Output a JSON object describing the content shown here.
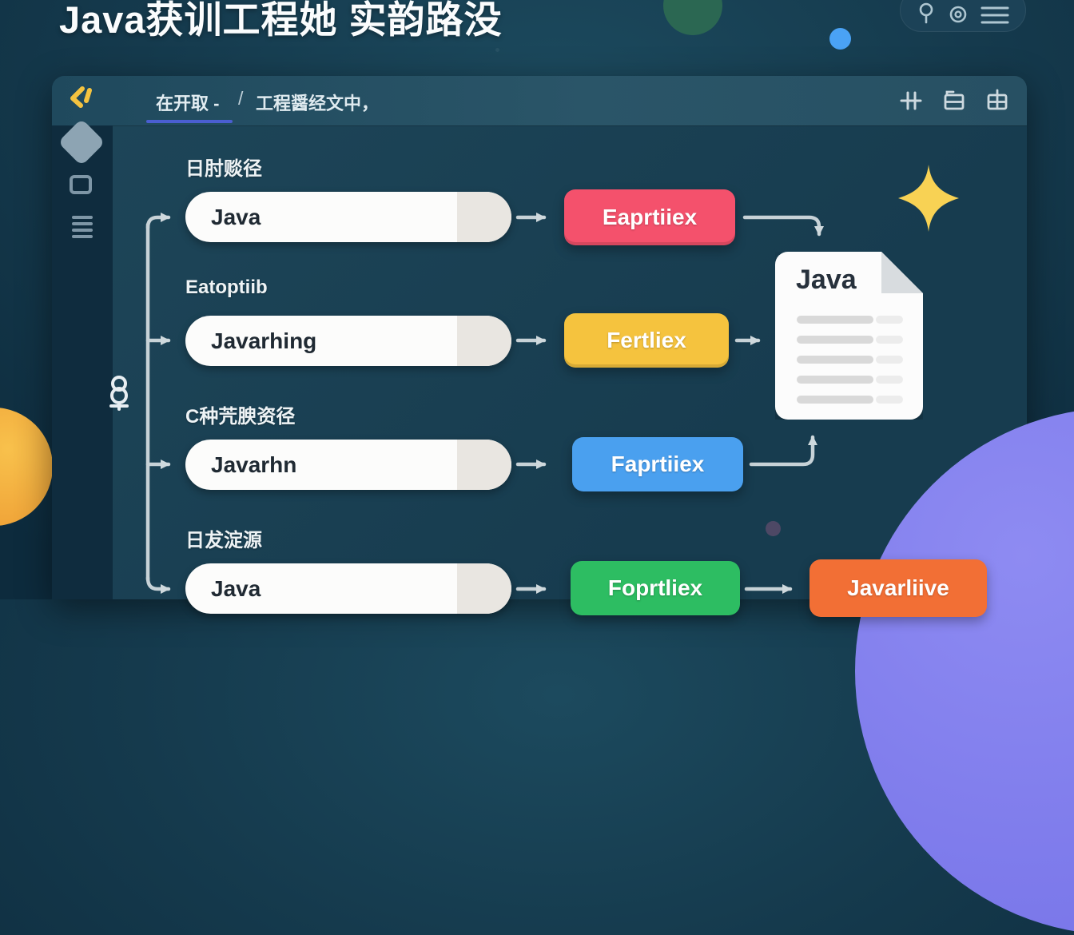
{
  "page_title": "Java获训工程她 实韵路没",
  "topbar": {
    "icons": [
      "pin-icon",
      "dial-icon",
      "menu-icon"
    ]
  },
  "panel": {
    "logo": "chevron-spark-logo",
    "breadcrumb": {
      "tab": "在开取 -",
      "separator": "/",
      "path": "工程醤经文中，"
    },
    "header_icons": [
      "hash-slider-icon",
      "stacked-panels-icon",
      "window-grid-icon"
    ],
    "sidebar_icons": [
      "diamond-icon",
      "square-icon",
      "menu-lines-icon",
      "pretzel-icon"
    ],
    "rows": [
      {
        "label": "日肘赕径",
        "input": "Java",
        "action": "Eaprtiiex",
        "action_color": "#f4516c"
      },
      {
        "label": "Eatoptiib",
        "input": "Javarhing",
        "action": "Fertliex",
        "action_color": "#f5c33e"
      },
      {
        "label": "C种苀腴资径",
        "input": "Javarhn",
        "action": "Faprtiiex",
        "action_color": "#4aa0ef"
      },
      {
        "label": "日犮淀源",
        "input": "Java",
        "action": "Foprtliex",
        "action_color": "#2dbd62",
        "action2": "Javarliive",
        "action2_color": "#f26f35"
      }
    ],
    "document_card": {
      "title": "Java",
      "line_count": 5
    }
  },
  "colors": {
    "background": "#143749",
    "panel": "#1b4254",
    "panel_header": "#2a5568",
    "sidebar": "#0f2c3e",
    "tab_underline": "#4a5ed1",
    "connector": "#cfd9dd",
    "star": "#f8d254",
    "deco_green": "#2d6b52",
    "deco_blue": "#4aa2f5",
    "deco_orange": "#f0a438",
    "deco_purple": "#7b78ea",
    "logo_yellow": "#f4c340"
  }
}
